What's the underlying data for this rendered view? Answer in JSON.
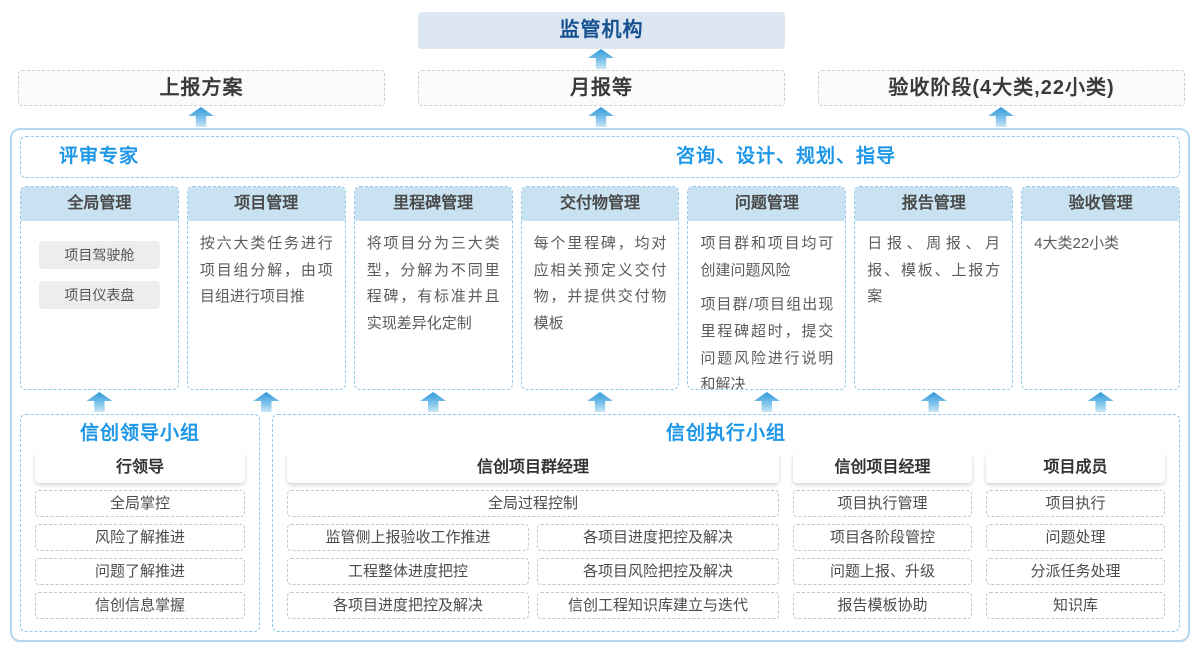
{
  "colors": {
    "accent_blue": "#1d97e8",
    "navy_title": "#17518f",
    "arrow_blue": "#2f99d9",
    "panel_border": "#b3d7ee",
    "dashed_blue": "#8fc8ea",
    "column_header_fill": "#c9e2f1"
  },
  "regulator": {
    "label": "监管机构"
  },
  "report_row": {
    "plan": "上报方案",
    "monthly": "月报等",
    "acceptance": "验收阶段(4大类,22小类)"
  },
  "band": {
    "left": "评审专家",
    "right": "咨询、设计、规划、指导"
  },
  "columns": [
    {
      "title": "全局管理",
      "chip1": "项目驾驶舱",
      "chip2": "项目仪表盘"
    },
    {
      "title": "项目管理",
      "p1": "按六大类任务进行项目组分解，由项目组进行项目推"
    },
    {
      "title": "里程碑管理",
      "p1": "将项目分为三大类型，分解为不同里程碑，有标准并且实现差异化定制"
    },
    {
      "title": "交付物管理",
      "p1": "每个里程碑，均对应相关预定义交付物，并提供交付物模板"
    },
    {
      "title": "问题管理",
      "p1": "项目群和项目均可创建问题风险",
      "p2": "项目群/项目组出现里程碑超时，提交问题风险进行说明和解决"
    },
    {
      "title": "报告管理",
      "p1": "日报、周报、月报、模板、上报方案"
    },
    {
      "title": "验收管理",
      "p1": "4大类22小类"
    }
  ],
  "leader_group": {
    "title": "信创领导小组",
    "role": "行领导",
    "items": [
      "全局掌控",
      "风险了解推进",
      "问题了解推进",
      "信创信息掌握"
    ]
  },
  "exec_group": {
    "title": "信创执行小组",
    "program_manager": {
      "role": "信创项目群经理",
      "top_item": "全局过程控制",
      "left_items": [
        "监管侧上报验收工作推进",
        "工程整体进度把控",
        "各项目进度把控及解决"
      ],
      "right_items": [
        "各项目进度把控及解决",
        "各项目风险把控及解决",
        "信创工程知识库建立与迭代"
      ]
    },
    "project_manager": {
      "role": "信创项目经理",
      "items": [
        "项目执行管理",
        "项目各阶段管控",
        "问题上报、升级",
        "报告模板协助"
      ]
    },
    "member": {
      "role": "项目成员",
      "items": [
        "项目执行",
        "问题处理",
        "分派任务处理",
        "知识库"
      ]
    }
  }
}
